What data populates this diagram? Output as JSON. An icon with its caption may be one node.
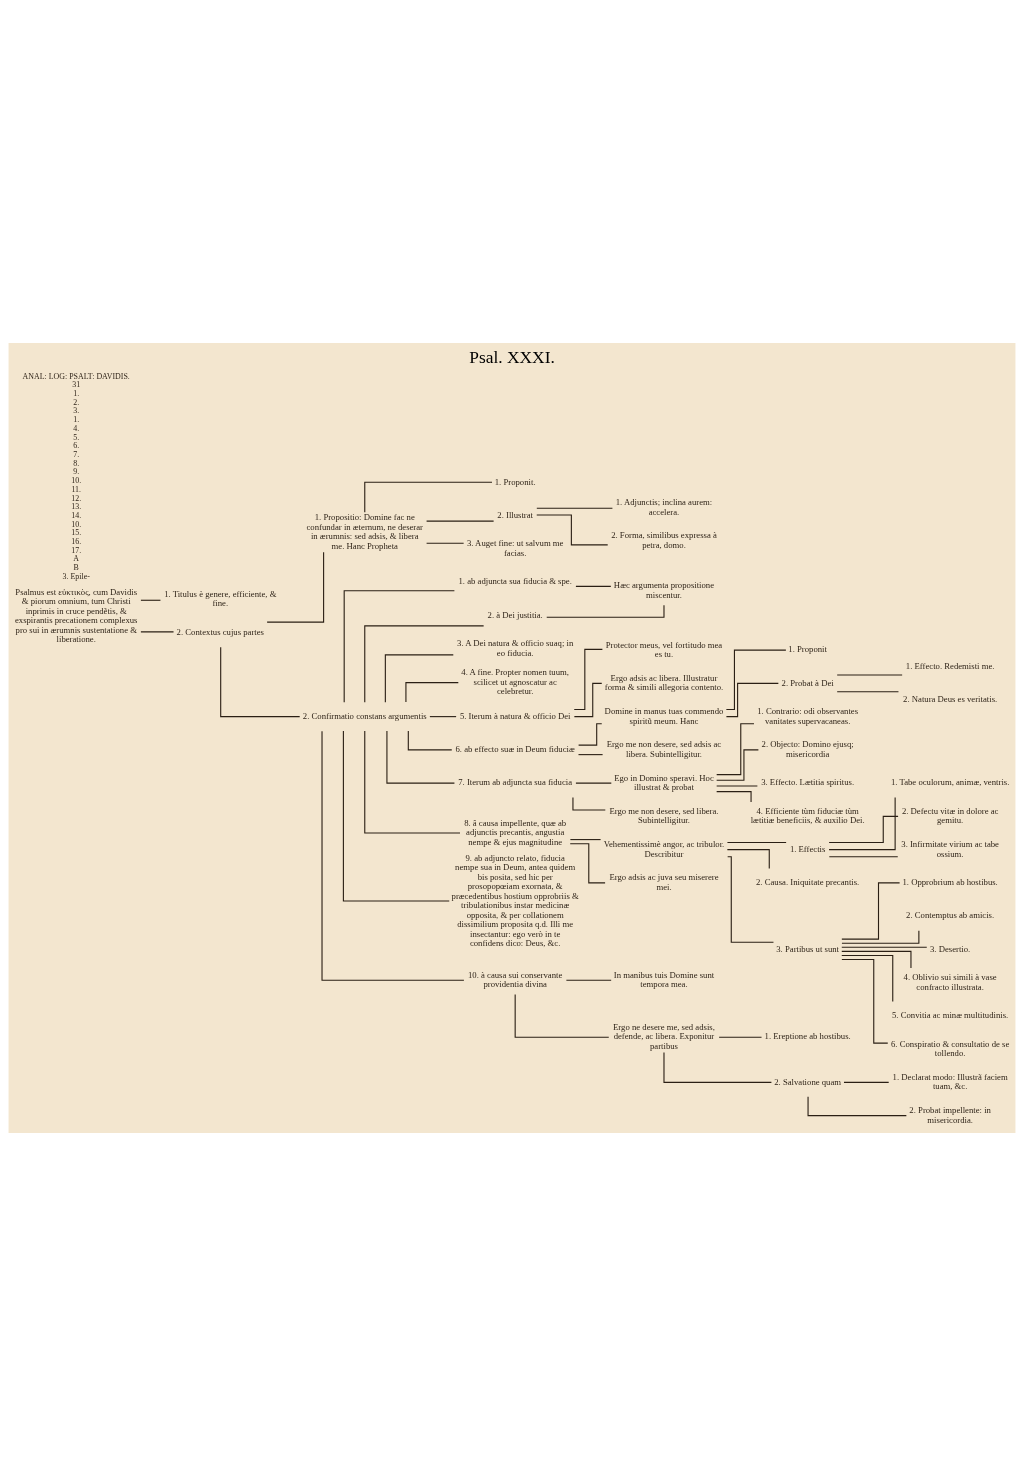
{
  "diagram": {
    "title": "Psal. XXXI.",
    "nodes": [
      {
        "text": [
          "Psalmus est εὐκτικὸς, cum Davidis & piorum omnium, tum Christi inprimis in cruce pendẽtis, & exspirantis precationem complexus pro sui in ærumnis sustentatione & liberatione."
        ]
      },
      {
        "text": [
          "1. Titulus è genere, efficiente, & fine."
        ]
      },
      {
        "text": [
          "2. Contextus cujus partes"
        ]
      },
      {
        "text": [
          "1. Propositio: Domine fac ne confundar in æternum, ne deserar in ærumnis: sed adsis, & libera me. Hanc Propheta"
        ]
      },
      {
        "text": [
          "1. Proponit."
        ]
      },
      {
        "text": [
          "2. Illustrat"
        ]
      },
      {
        "text": [
          "1. Adjunctis; inclina aurem: accelera."
        ]
      },
      {
        "text": [
          "2. Forma, similibus expressa à petra, domo."
        ]
      },
      {
        "text": [
          "3. Auget fine: ut salvum me facias."
        ]
      },
      {
        "text": [
          "2. Confirmatio constans argumentis"
        ]
      },
      {
        "text": [
          "1. ab adjuncta sua fiducia & spe."
        ]
      },
      {
        "text": [
          "2. à Dei justitia."
        ]
      },
      {
        "text": [
          "Hæc argumenta propositione miscentur."
        ]
      },
      {
        "text": [
          "3. A Dei natura & officio suaq; in eo fiducia."
        ]
      },
      {
        "text": [
          "4. A fine. Propter nomen tuum, scilicet ut agnoscatur ac celebretur."
        ]
      },
      {
        "text": [
          "5. Iterum à natura & officio Dei"
        ]
      },
      {
        "text": [
          "Protector meus, vel fortitudo mea es tu."
        ]
      },
      {
        "text": [
          "Ergo adsis ac libera. Illustratur forma & simili allegoria contento."
        ]
      },
      {
        "text": [
          "6. ab effecto suæ in Deum fiduciæ"
        ]
      },
      {
        "text": [
          "Domine in manus tuas commendo spiritũ meum. Hanc"
        ]
      },
      {
        "text": [
          "1. Proponit"
        ]
      },
      {
        "text": [
          "2. Probat à Dei"
        ]
      },
      {
        "text": [
          "1. Effecto. Redemisti me."
        ]
      },
      {
        "text": [
          "2. Natura Deus es veritatis."
        ]
      },
      {
        "text": [
          "Ergo me non desere, sed adsis ac libera. Subintelligitur."
        ]
      },
      {
        "text": [
          "7. Iterum ab adjuncta sua fiducia"
        ]
      },
      {
        "text": [
          "Ego in Domino speravi. Hoc illustrat & probat"
        ]
      },
      {
        "text": [
          "1. Contrario: odi observantes vanitates supervacaneas."
        ]
      },
      {
        "text": [
          "2. Objecto: Domino ejusq; misericordia"
        ]
      },
      {
        "text": [
          "3. Effecto. Lætitia spiritus."
        ]
      },
      {
        "text": [
          "4. Efficiente tùm fiduciæ tùm lætitiæ beneficiis, & auxilio Dei."
        ]
      },
      {
        "text": [
          "Ergo me non desere, sed libera. Subintelligitur."
        ]
      },
      {
        "text": [
          "8. â causa impellente, quæ ab adjunctis precantis, angustia nempe & ejus magnitudine"
        ]
      },
      {
        "text": [
          "Vehementissimè angor, ac tribulor. Describitur"
        ]
      },
      {
        "text": [
          "1. Effectis"
        ]
      },
      {
        "text": [
          "1. Tabe oculorum, animæ, ventris."
        ]
      },
      {
        "text": [
          "2. Defectu vitæ in dolore ac gemitu."
        ]
      },
      {
        "text": [
          "3. Infirmitate virium ac tabe ossium."
        ]
      },
      {
        "text": [
          "2. Causa. Iniquitate precantis."
        ]
      },
      {
        "text": [
          "3. Partibus ut sunt"
        ]
      },
      {
        "text": [
          "1. Opprobrium ab hostibus."
        ]
      },
      {
        "text": [
          "2. Contemptus ab amicis."
        ]
      },
      {
        "text": [
          "3. Desertio."
        ]
      },
      {
        "text": [
          "4. Oblivio sui simili à vase confracto illustrata."
        ]
      },
      {
        "text": [
          "5. Convitia ac minæ multitudinis."
        ]
      },
      {
        "text": [
          "6. Conspiratio & consultatio de se tollendo."
        ]
      },
      {
        "text": [
          "Ergo adsis ac juva seu miserere mei."
        ]
      },
      {
        "text": [
          "9. ab adjuncto relato, fiducia nempe sua in Deum, antea quidem bis posita, sed hic per prosopopœiam exornata, & præcedentibus hostium opprobriis & tribulationibus instar medicinæ opposita, & per collationem dissimilium proposita q.d. Illi me insectantur: ego verò in te confidens dico: Deus, &c."
        ]
      },
      {
        "text": [
          "10. à causa sui conservante providentia divina"
        ]
      },
      {
        "text": [
          "In manibus tuis Domine sunt tempora mea."
        ]
      },
      {
        "text": [
          "Ergo ne desere me, sed adsis, defende, ac libera. Exponitur partibus"
        ]
      },
      {
        "text": [
          "1. Ereptione ab hostibus."
        ]
      },
      {
        "text": [
          "2. Salvatione quam"
        ]
      },
      {
        "text": [
          "1. Declarat modo: Illustrã faciem tuam, &c."
        ]
      },
      {
        "text": [
          "2. Probat impellente: in misericordia."
        ]
      }
    ],
    "edges": [
      {
        "from": 0,
        "to": 1,
        "arrow": "none"
      },
      {
        "from": 0,
        "to": 2,
        "arrow": "none"
      },
      {
        "from": 2,
        "to": 3,
        "arrow": "none"
      },
      {
        "from": 3,
        "to": 4,
        "arrow": "none"
      },
      {
        "from": 3,
        "to": 5,
        "arrow": "none"
      },
      {
        "from": 5,
        "to": 6,
        "arrow": "none"
      },
      {
        "from": 5,
        "to": 7,
        "arrow": "none"
      },
      {
        "from": 3,
        "to": 8,
        "arrow": "none"
      },
      {
        "from": 2,
        "to": 9,
        "arrow": "none"
      },
      {
        "from": 9,
        "to": 10,
        "arrow": "none"
      },
      {
        "from": 9,
        "to": 11,
        "arrow": "none"
      },
      {
        "from": 10,
        "to": 12,
        "arrow": "none"
      },
      {
        "from": 11,
        "to": 12,
        "arrow": "none"
      },
      {
        "from": 9,
        "to": 13,
        "arrow": "none"
      },
      {
        "from": 9,
        "to": 14,
        "arrow": "none"
      },
      {
        "from": 9,
        "to": 15,
        "arrow": "none"
      },
      {
        "from": 15,
        "to": 16,
        "arrow": "none"
      },
      {
        "from": 15,
        "to": 17,
        "arrow": "none"
      },
      {
        "from": 9,
        "to": 18,
        "arrow": "none"
      },
      {
        "from": 18,
        "to": 19,
        "arrow": "none"
      },
      {
        "from": 19,
        "to": 20,
        "arrow": "none"
      },
      {
        "from": 19,
        "to": 21,
        "arrow": "none"
      },
      {
        "from": 21,
        "to": 22,
        "arrow": "none"
      },
      {
        "from": 21,
        "to": 23,
        "arrow": "none"
      },
      {
        "from": 18,
        "to": 24,
        "arrow": "none"
      },
      {
        "from": 9,
        "to": 25,
        "arrow": "none"
      },
      {
        "from": 25,
        "to": 26,
        "arrow": "none"
      },
      {
        "from": 26,
        "to": 27,
        "arrow": "none"
      },
      {
        "from": 26,
        "to": 28,
        "arrow": "none"
      },
      {
        "from": 26,
        "to": 29,
        "arrow": "none"
      },
      {
        "from": 26,
        "to": 30,
        "arrow": "none"
      },
      {
        "from": 25,
        "to": 31,
        "arrow": "none"
      },
      {
        "from": 9,
        "to": 32,
        "arrow": "none"
      },
      {
        "from": 32,
        "to": 33,
        "arrow": "none"
      },
      {
        "from": 33,
        "to": 34,
        "arrow": "none"
      },
      {
        "from": 34,
        "to": 35,
        "arrow": "none"
      },
      {
        "from": 34,
        "to": 36,
        "arrow": "none"
      },
      {
        "from": 34,
        "to": 37,
        "arrow": "none"
      },
      {
        "from": 33,
        "to": 38,
        "arrow": "none"
      },
      {
        "from": 33,
        "to": 39,
        "arrow": "none"
      },
      {
        "from": 39,
        "to": 40,
        "arrow": "none"
      },
      {
        "from": 39,
        "to": 41,
        "arrow": "none"
      },
      {
        "from": 39,
        "to": 42,
        "arrow": "none"
      },
      {
        "from": 39,
        "to": 43,
        "arrow": "none"
      },
      {
        "from": 39,
        "to": 44,
        "arrow": "none"
      },
      {
        "from": 39,
        "to": 45,
        "arrow": "none"
      },
      {
        "from": 32,
        "to": 46,
        "arrow": "none"
      },
      {
        "from": 9,
        "to": 47,
        "arrow": "none"
      },
      {
        "from": 9,
        "to": 48,
        "arrow": "none"
      },
      {
        "from": 48,
        "to": 49,
        "arrow": "none"
      },
      {
        "from": 48,
        "to": 50,
        "arrow": "none"
      },
      {
        "from": 50,
        "to": 51,
        "arrow": "none"
      },
      {
        "from": 50,
        "to": 52,
        "arrow": "none"
      },
      {
        "from": 52,
        "to": 53,
        "arrow": "none"
      },
      {
        "from": 52,
        "to": 54,
        "arrow": "none"
      }
    ],
    "labels": [
      "ANAL: LOG: PSALT: DAVIDIS.",
      "31",
      "1.",
      "2.",
      "3.",
      "1.",
      "4.",
      "5.",
      "6.",
      "7.",
      "8.",
      "9.",
      "10.",
      "11.",
      "12.",
      "13.",
      "14.",
      "10.",
      "15.",
      "16.",
      "17.",
      "A",
      "B",
      "3. Epile-"
    ]
  }
}
